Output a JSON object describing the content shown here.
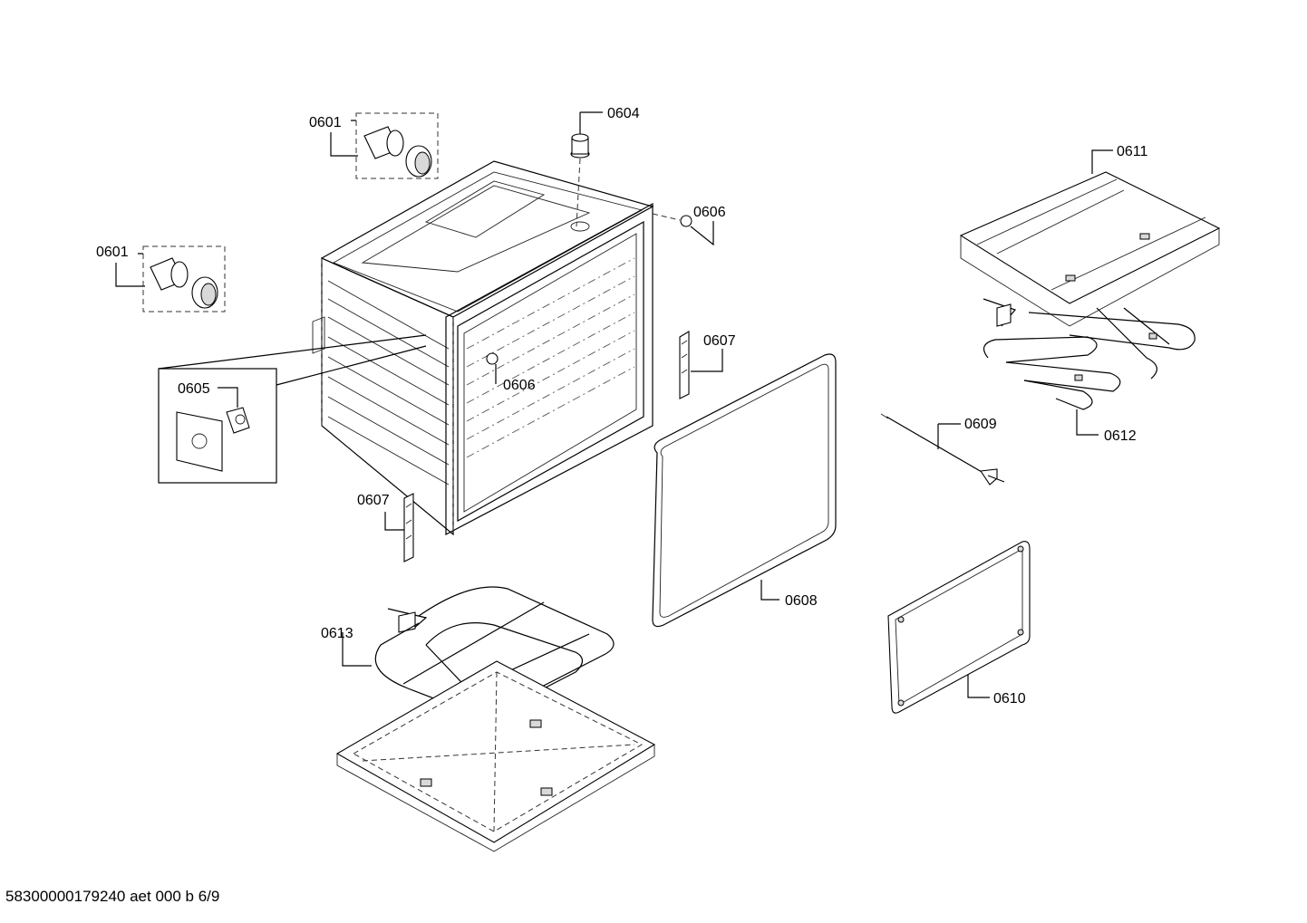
{
  "callouts": {
    "c0601a": "0601",
    "c0601b": "0601",
    "c0604": "0604",
    "c0605": "0605",
    "c0606a": "0606",
    "c0606b": "0606",
    "c0607a": "0607",
    "c0607b": "0607",
    "c0608": "0608",
    "c0609": "0609",
    "c0610": "0610",
    "c0611": "0611",
    "c0612": "0612",
    "c0613": "0613"
  },
  "footer": "58300000179240 aet 000 b 6/9"
}
